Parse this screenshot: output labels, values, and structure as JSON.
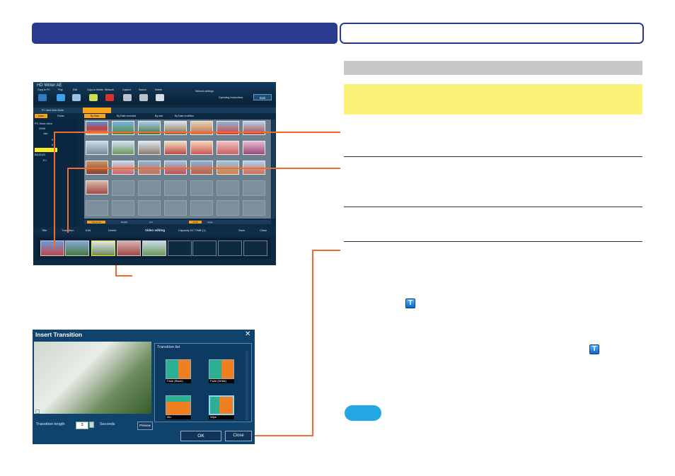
{
  "app": {
    "title": "HD Writer AE",
    "toolbar": [
      "Copy to PC",
      "Play",
      "Edit",
      "Copy to Media",
      "Network",
      "Capture",
      "Search",
      "Delete"
    ],
    "instructions": "Operating Instructions",
    "exit": "Exit",
    "settings": "Network settings",
    "mode": "PC hard drive Mode",
    "tree_tabs": [
      "Index",
      "Folder"
    ],
    "tree": [
      "PC Hard drive",
      "2008",
      "Jan",
      "5",
      "6",
      "BD/DVD",
      "E:\\"
    ],
    "view_tabs": [
      "By Date",
      "By Date recorded",
      "By size",
      "By Date modified"
    ],
    "view_modes": [
      "Thumbnail",
      "Details",
      "List",
      "Small",
      "Large"
    ],
    "actions": [
      "Title",
      "Transition",
      "Edit",
      "Delete"
    ],
    "video_editing": "Video editing",
    "capacity": "Capacity 52.77MB (1)",
    "save": "Save",
    "close": "Close"
  },
  "dialog": {
    "title": "Insert Transition",
    "list_title": "Transition list",
    "items": [
      "Fade (Black)",
      "Fade (White)",
      "Mix",
      "Wipe"
    ],
    "length_label": "Transition length",
    "length_value": "3",
    "seconds": "Seconds",
    "preview": "Preview",
    "ok": "OK",
    "close": "Close"
  },
  "colors": {
    "header_blue": "#2a3b8f",
    "callout_orange": "#f26a2e",
    "highlight_yellow": "#fbf27a",
    "note_blue": "#22a6e4"
  },
  "icons": [
    "transition-t-icon"
  ]
}
